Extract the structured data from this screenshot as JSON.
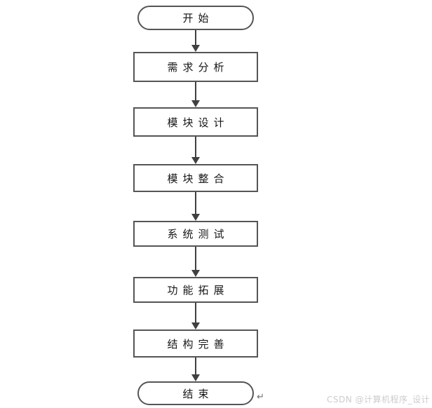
{
  "page": {
    "background_color": "#ffffff",
    "watermark": {
      "text": "CSDN @计算机程序_设计",
      "color": "#cccccc"
    },
    "paragraph_mark": "↵"
  },
  "flowchart": {
    "stroke_color": "#555555",
    "arrow_color": "#404040",
    "text_color": "#161616",
    "direction": "top-to-bottom",
    "nodes": [
      {
        "id": "start",
        "type": "terminator",
        "label": "开始"
      },
      {
        "id": "requirement-analysis",
        "type": "process",
        "label": "需求分析"
      },
      {
        "id": "module-design",
        "type": "process",
        "label": "模块设计"
      },
      {
        "id": "module-integration",
        "type": "process",
        "label": "模块整合"
      },
      {
        "id": "system-testing",
        "type": "process",
        "label": "系统测试"
      },
      {
        "id": "feature-expansion",
        "type": "process",
        "label": "功能拓展"
      },
      {
        "id": "structure-refinement",
        "type": "process",
        "label": "结构完善"
      },
      {
        "id": "end",
        "type": "terminator",
        "label": "结束"
      }
    ],
    "edges": [
      {
        "from": "start",
        "to": "requirement-analysis"
      },
      {
        "from": "requirement-analysis",
        "to": "module-design"
      },
      {
        "from": "module-design",
        "to": "module-integration"
      },
      {
        "from": "module-integration",
        "to": "system-testing"
      },
      {
        "from": "system-testing",
        "to": "feature-expansion"
      },
      {
        "from": "feature-expansion",
        "to": "structure-refinement"
      },
      {
        "from": "structure-refinement",
        "to": "end"
      }
    ]
  }
}
